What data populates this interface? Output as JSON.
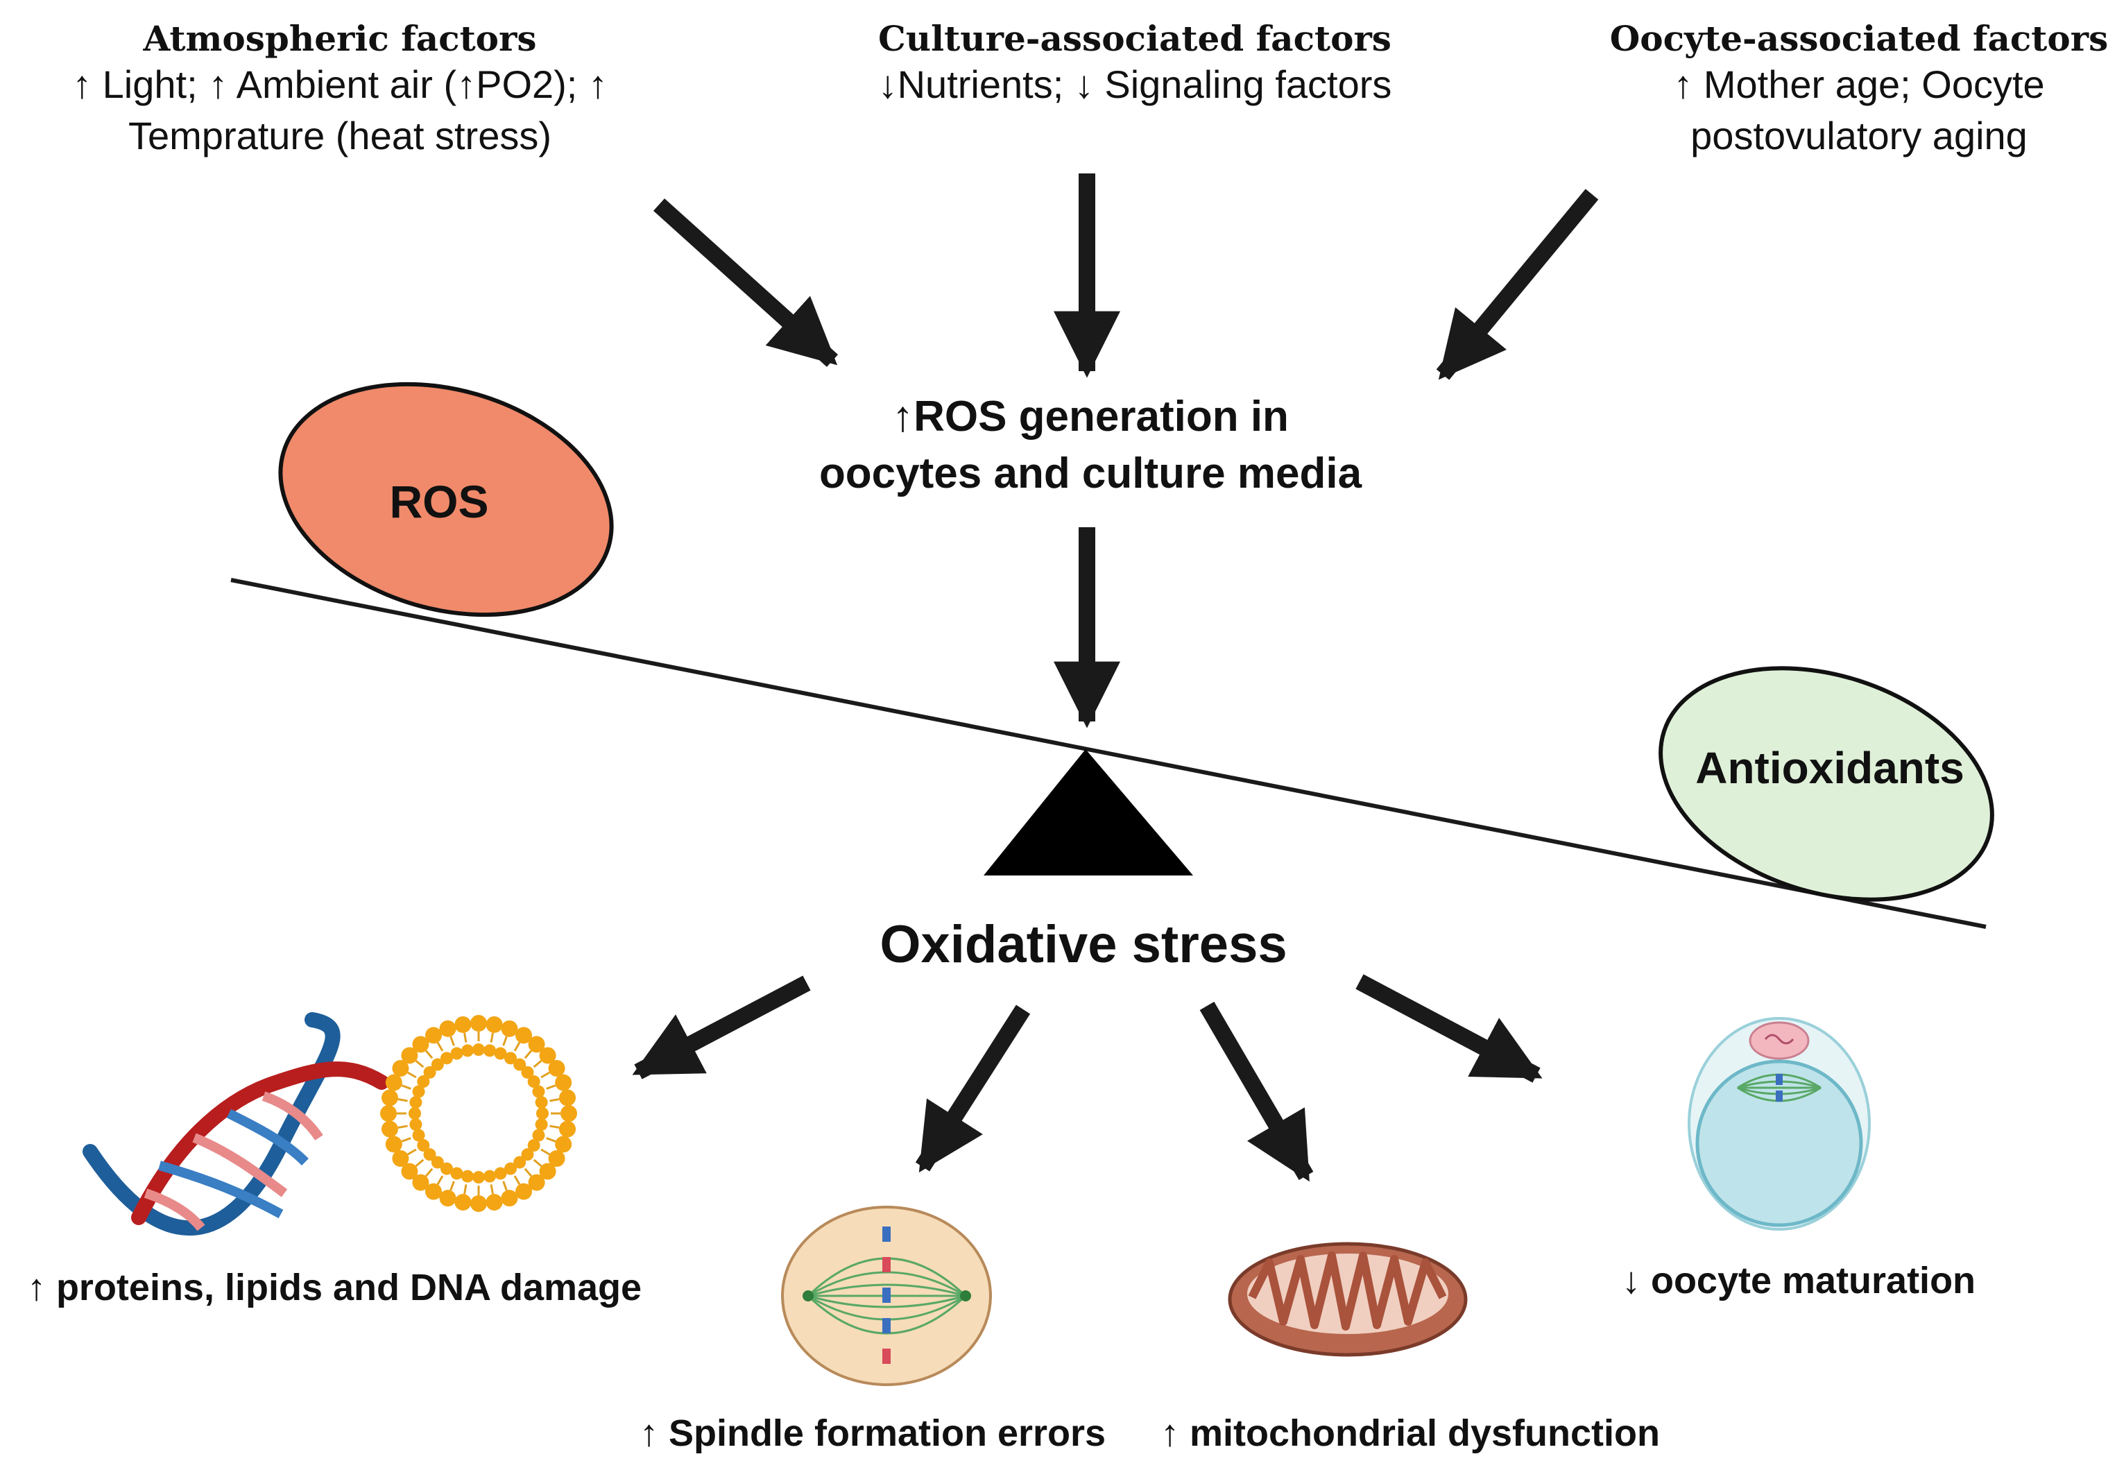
{
  "factors": [
    {
      "heading": "Atmospheric factors",
      "lines": [
        "↑ Light; ↑ Ambient air (↑PO2); ↑",
        "Temprature (heat stress)"
      ]
    },
    {
      "heading": "Culture-associated factors",
      "lines": [
        "↓Nutrients; ↓ Signaling factors"
      ]
    },
    {
      "heading": "Oocyte-associated factors",
      "lines": [
        "↑ Mother age;  Oocyte",
        "postovulatory aging"
      ]
    }
  ],
  "center": {
    "lines": [
      "↑ROS generation in",
      "oocytes and culture media"
    ]
  },
  "balance": {
    "left_label": "ROS",
    "right_label": "Antioxidants",
    "left_color": "#f08a6a",
    "right_color": "#dff0d8"
  },
  "oxidative_stress": "Oxidative stress",
  "outcomes": {
    "damage": "↑ proteins, lipids and DNA  damage",
    "spindle": "↑ Spindle formation errors",
    "mitochondria": "↑ mitochondrial dysfunction",
    "maturation": "↓ oocyte maturation"
  }
}
